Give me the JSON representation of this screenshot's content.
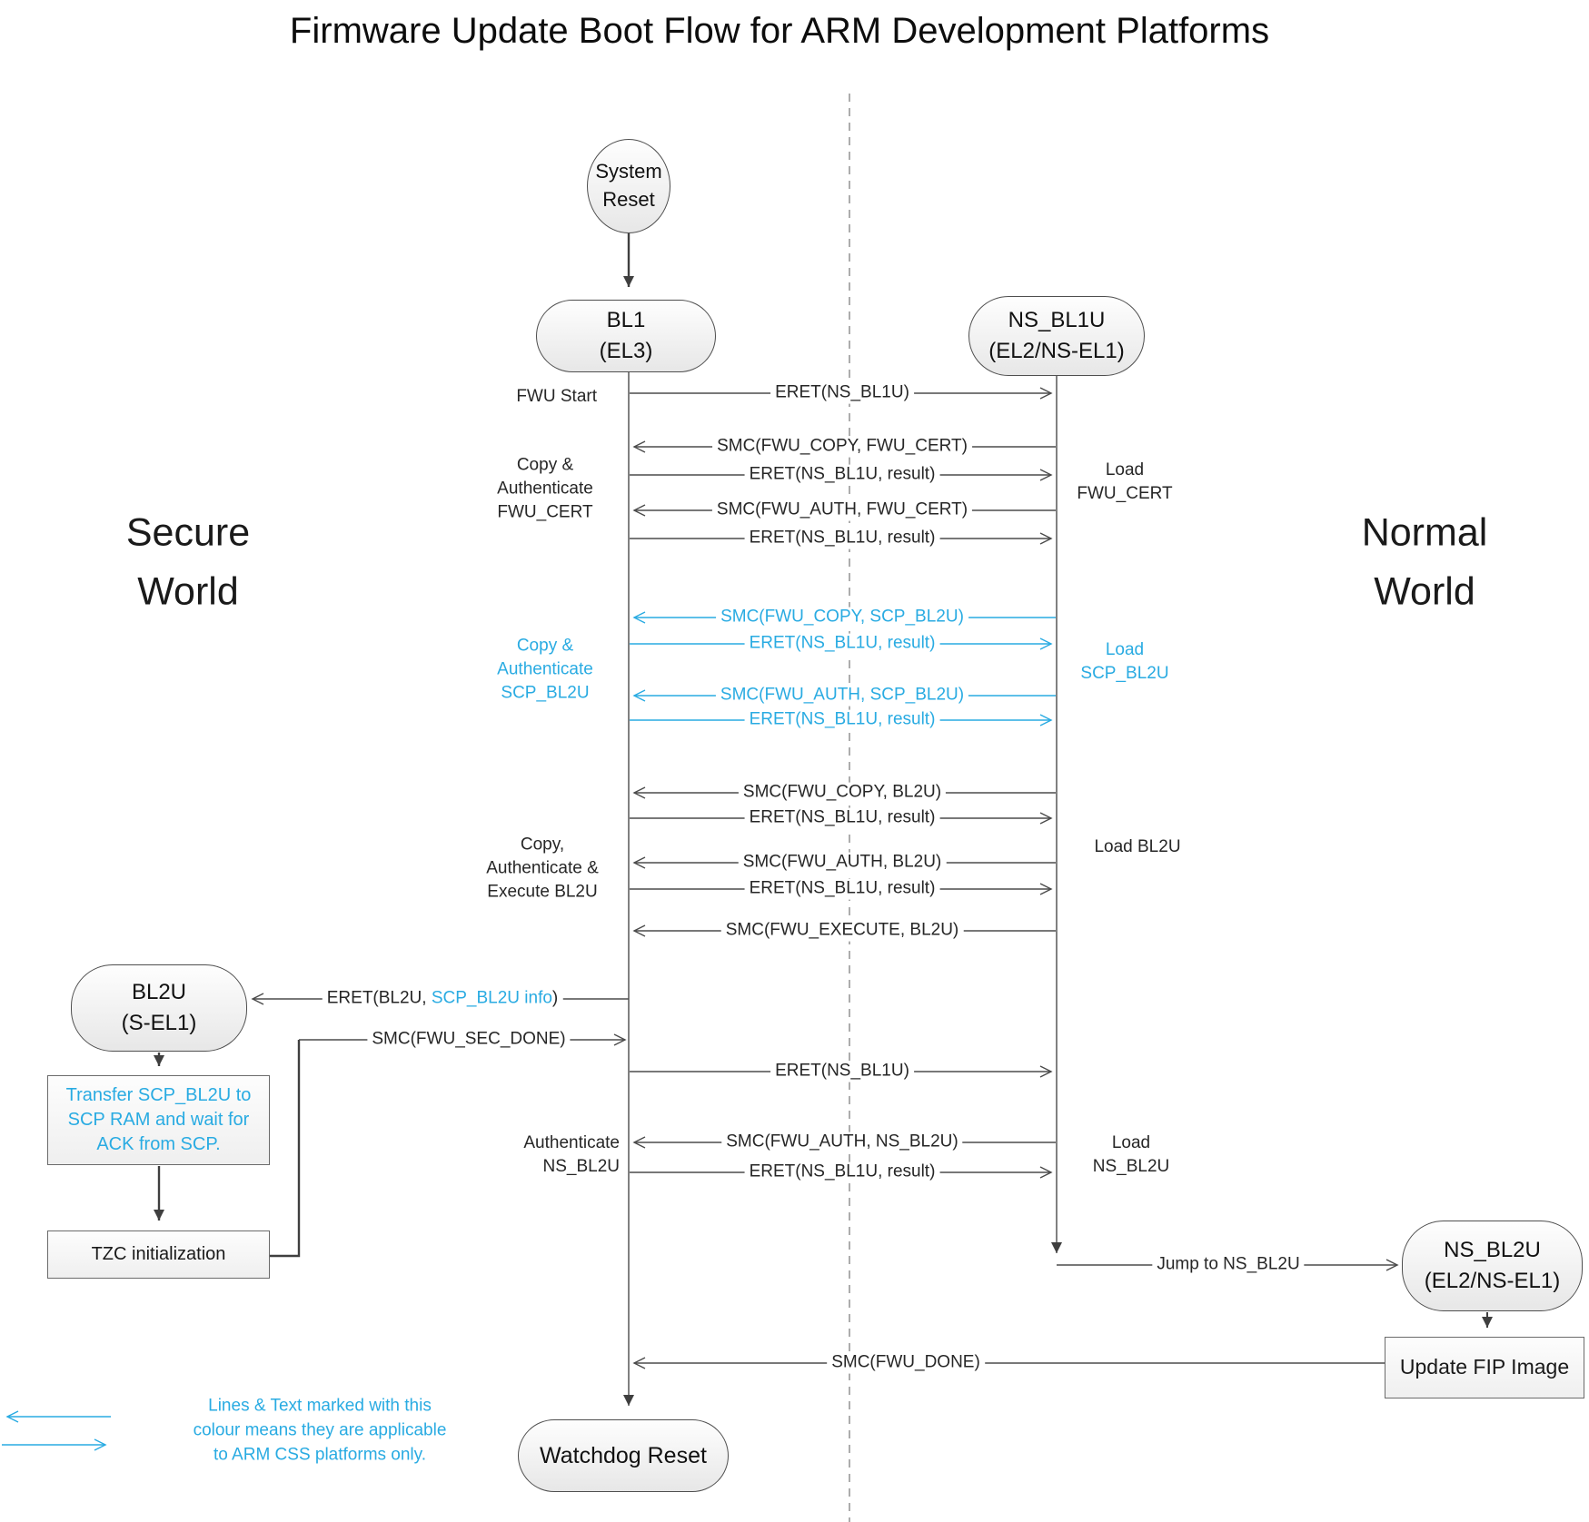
{
  "title": "Firmware Update Boot Flow for ARM Development Platforms",
  "colors": {
    "accent_blue": "#29ABE2",
    "line_gray": "#4b4b4b",
    "dashed_divider": "#8a8a8a"
  },
  "worlds": {
    "secure": "Secure\nWorld",
    "normal": "Normal\nWorld"
  },
  "nodes": {
    "system_reset": "System\nReset",
    "bl1": "BL1\n(EL3)",
    "ns_bl1u": "NS_BL1U\n(EL2/NS-EL1)",
    "bl2u": "BL2U\n(S-EL1)",
    "ns_bl2u": "NS_BL2U\n(EL2/NS-EL1)",
    "watchdog": "Watchdog Reset",
    "transfer": "Transfer SCP_BL2U to\nSCP RAM and wait for\nACK from SCP.",
    "tzc": "TZC initialization",
    "update_fip": "Update FIP Image"
  },
  "messages": [
    {
      "label": "ERET(NS_BL1U)",
      "direction": "to-normal-world",
      "arm_css_only": false
    },
    {
      "label": "SMC(FWU_COPY, FWU_CERT)",
      "direction": "to-secure-world",
      "arm_css_only": false
    },
    {
      "label": "ERET(NS_BL1U, result)",
      "direction": "to-normal-world",
      "arm_css_only": false
    },
    {
      "label": "SMC(FWU_AUTH, FWU_CERT)",
      "direction": "to-secure-world",
      "arm_css_only": false
    },
    {
      "label": "ERET(NS_BL1U, result)",
      "direction": "to-normal-world",
      "arm_css_only": false
    },
    {
      "label": "SMC(FWU_COPY, SCP_BL2U)",
      "direction": "to-secure-world",
      "arm_css_only": true
    },
    {
      "label": "ERET(NS_BL1U, result)",
      "direction": "to-normal-world",
      "arm_css_only": true
    },
    {
      "label": "SMC(FWU_AUTH, SCP_BL2U)",
      "direction": "to-secure-world",
      "arm_css_only": true
    },
    {
      "label": "ERET(NS_BL1U, result)",
      "direction": "to-normal-world",
      "arm_css_only": true
    },
    {
      "label": "SMC(FWU_COPY, BL2U)",
      "direction": "to-secure-world",
      "arm_css_only": false
    },
    {
      "label": "ERET(NS_BL1U, result)",
      "direction": "to-normal-world",
      "arm_css_only": false
    },
    {
      "label": "SMC(FWU_AUTH, BL2U)",
      "direction": "to-secure-world",
      "arm_css_only": false
    },
    {
      "label": "ERET(NS_BL1U, result)",
      "direction": "to-normal-world",
      "arm_css_only": false
    },
    {
      "label": "SMC(FWU_EXECUTE, BL2U)",
      "direction": "to-secure-world",
      "arm_css_only": false
    },
    {
      "label": "ERET(NS_BL1U)",
      "direction": "to-normal-world",
      "arm_css_only": false
    },
    {
      "label": "SMC(FWU_AUTH, NS_BL2U)",
      "direction": "to-secure-world",
      "arm_css_only": false
    },
    {
      "label": "ERET(NS_BL1U, result)",
      "direction": "to-normal-world",
      "arm_css_only": false
    }
  ],
  "special_messages": {
    "eret_bl2u": {
      "prefix": "ERET(BL2U, ",
      "highlight": "SCP_BL2U info",
      "suffix": ")"
    },
    "sec_done": "SMC(FWU_SEC_DONE)",
    "jump": "Jump to NS_BL2U",
    "fwu_done": "SMC(FWU_DONE)"
  },
  "side_labels": {
    "fwu_start": "FWU Start",
    "copy_auth_fwu_cert": "Copy &\nAuthenticate\nFWU_CERT",
    "load_fwu_cert": "Load\nFWU_CERT",
    "copy_auth_scp_bl2u": "Copy &\nAuthenticate\nSCP_BL2U",
    "load_scp_bl2u": "Load\nSCP_BL2U",
    "copy_auth_exec_bl2u": "Copy,\nAuthenticate &\nExecute BL2U",
    "load_bl2u": "Load BL2U",
    "auth_ns_bl2u": "Authenticate\nNS_BL2U",
    "load_ns_bl2u": "Load\nNS_BL2U"
  },
  "legend": {
    "text": "Lines & Text marked with this\ncolour means they are applicable\nto ARM CSS platforms only."
  }
}
